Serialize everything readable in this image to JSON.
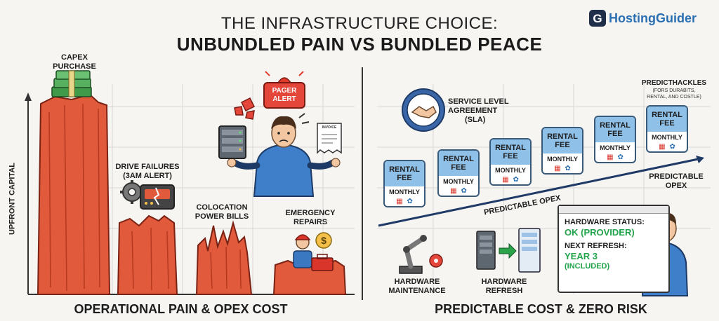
{
  "header": {
    "title_line1": "THE INFRASTRUCTURE CHOICE:",
    "title_line2": "UNBUNDLED PAIN VS BUNDLED PEACE",
    "logo_mark": "G",
    "logo_text": "HostingGuider"
  },
  "left": {
    "axis_label": "UPFRONT CAPITAL",
    "capex_label_1": "CAPEX",
    "capex_label_2": "PURCHASE",
    "drive_label_1": "DRIVE FAILURES",
    "drive_label_2": "(3AM ALERT)",
    "pager_label_1": "PAGER",
    "pager_label_2": "ALERT",
    "invoice_label": "INVOICE",
    "power_label_1": "COLOCATION",
    "power_label_2": "POWER BILLS",
    "repairs_label_1": "EMERGENCY",
    "repairs_label_2": "REPAIRS",
    "repairs_symbol": "$",
    "footer": "OPERATIONAL PAIN & OPEX COST"
  },
  "right": {
    "sla_label_1": "SERVICE LEVEL",
    "sla_label_2": "AGREEMENT",
    "sla_label_3": "(SLA)",
    "predict_top_1": "PREDICTHACKLES",
    "predict_top_2": "(FORS DURABITS,",
    "predict_top_3": "RENTAL, AND COSTLE)",
    "rental_cards": [
      {
        "line1": "RENTAL",
        "line2": "FEE",
        "sub": "MONTHLY"
      },
      {
        "line1": "RENTAL",
        "line2": "FEE",
        "sub": "MONTHLY"
      },
      {
        "line1": "RENTAL",
        "line2": "FEE",
        "sub": "MONTHLY"
      },
      {
        "line1": "RENTAL",
        "line2": "FEE",
        "sub": "MONTHLY"
      },
      {
        "line1": "RENTAL",
        "line2": "FEE",
        "sub": "MONTHLY"
      },
      {
        "line1": "RENTAL",
        "line2": "FEE",
        "sub": "MONTHLY"
      }
    ],
    "arrow_label": "PREDICTABLE OPEX",
    "opex_label_1": "PREDICTABLE",
    "opex_label_2": "OPEX",
    "maint_label_1": "HARDWARE",
    "maint_label_2": "MAINTENANCE",
    "refresh_label_1": "HARDWARE",
    "refresh_label_2": "REFRESH",
    "monitor": {
      "status_label_1": "HARDWARE STATUS:",
      "status_value": "OK (PROVIDER)",
      "refresh_label": "NEXT REFRESH:",
      "refresh_value_1": "YEAR 3",
      "refresh_value_2": "(INCLUDED)"
    },
    "footer": "PREDICTABLE COST & ZERO RISK"
  }
}
